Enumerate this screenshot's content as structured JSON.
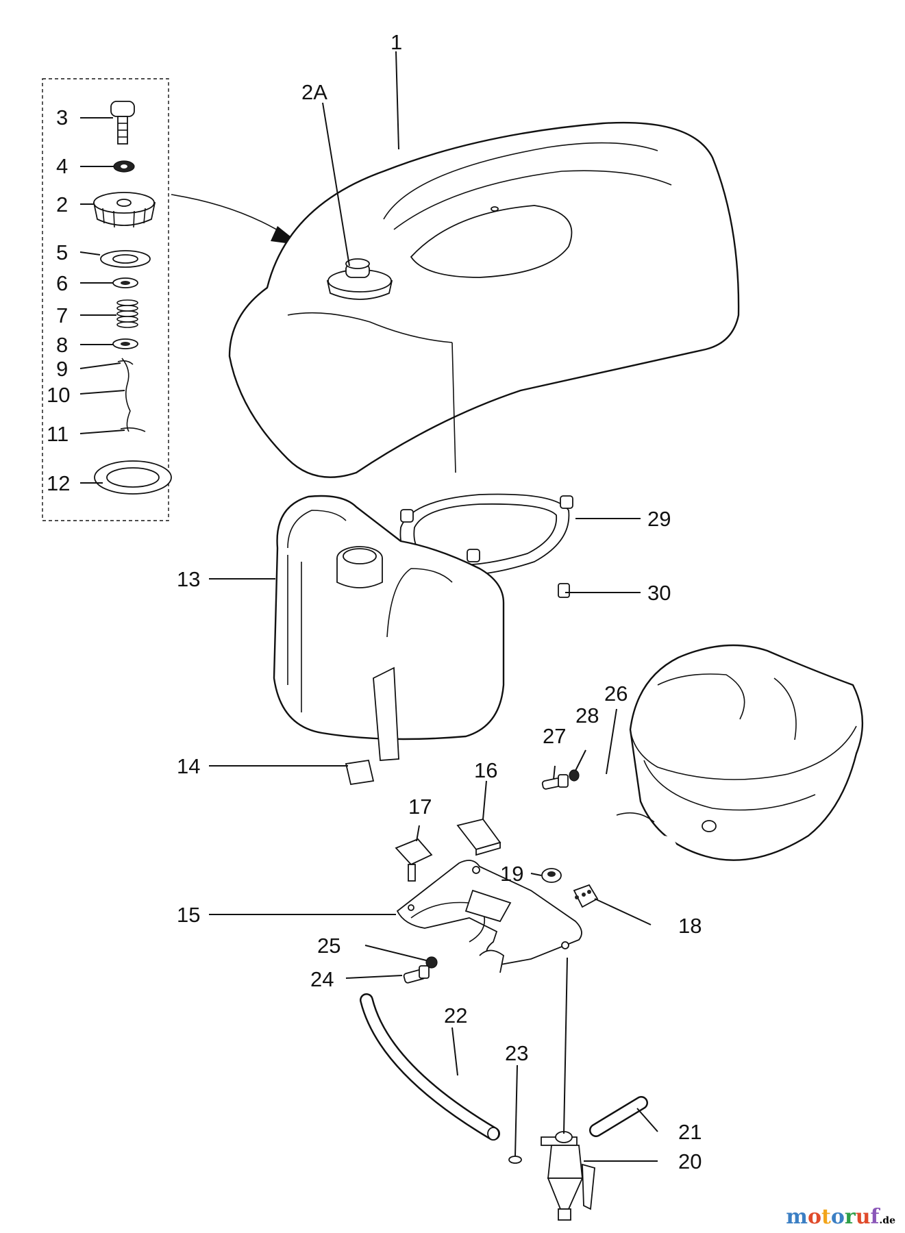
{
  "diagram": {
    "labels": {
      "p1": "1",
      "p2A": "2A",
      "p2": "2",
      "p3": "3",
      "p4": "4",
      "p5": "5",
      "p6": "6",
      "p7": "7",
      "p8": "8",
      "p9": "9",
      "p10": "10",
      "p11": "11",
      "p12": "12",
      "p13": "13",
      "p14": "14",
      "p15": "15",
      "p16": "16",
      "p17": "17",
      "p18": "18",
      "p19": "19",
      "p20": "20",
      "p21": "21",
      "p22": "22",
      "p23": "23",
      "p24": "24",
      "p25": "25",
      "p26": "26",
      "p27": "27",
      "p28": "28",
      "p29": "29",
      "p30": "30"
    }
  },
  "watermark": {
    "text": "motoruf",
    "suffix": ".de"
  },
  "colors": {
    "ink": "#111111",
    "background": "#ffffff"
  }
}
